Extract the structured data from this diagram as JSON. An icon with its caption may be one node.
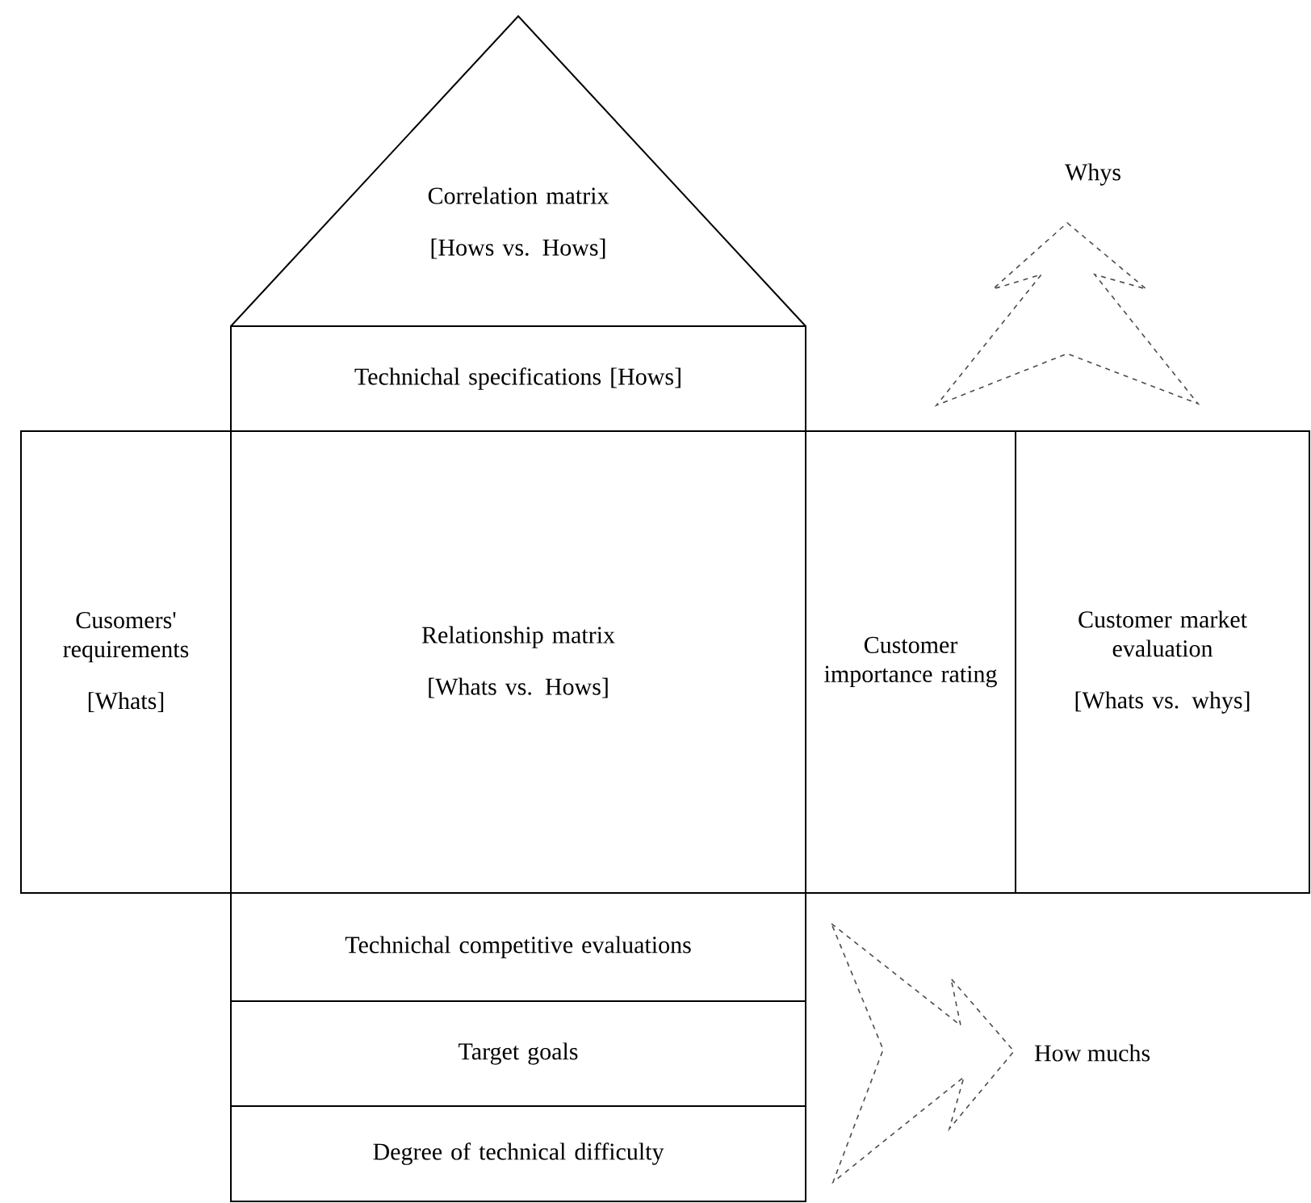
{
  "diagram": {
    "nodes": [
      {
        "text": [
          "Correlation matrix",
          "[Hows vs. Hows]"
        ]
      },
      {
        "text": [
          "Technichal specifications [Hows]"
        ]
      },
      {
        "text": [
          "Cusomers' requirements",
          "[Whats]"
        ]
      },
      {
        "text": [
          "Relationship matrix",
          "[Whats vs. Hows]"
        ]
      },
      {
        "text": [
          "Customer importance rating"
        ]
      },
      {
        "text": [
          "Customer market evaluation",
          "[Whats vs. whys]"
        ]
      },
      {
        "text": [
          "Technichal competitive evaluations"
        ]
      },
      {
        "text": [
          "Target goals"
        ]
      },
      {
        "text": [
          "Degree of technical difficulty"
        ]
      }
    ],
    "edges": [],
    "labels": [
      "Whys",
      "How muchs"
    ]
  }
}
